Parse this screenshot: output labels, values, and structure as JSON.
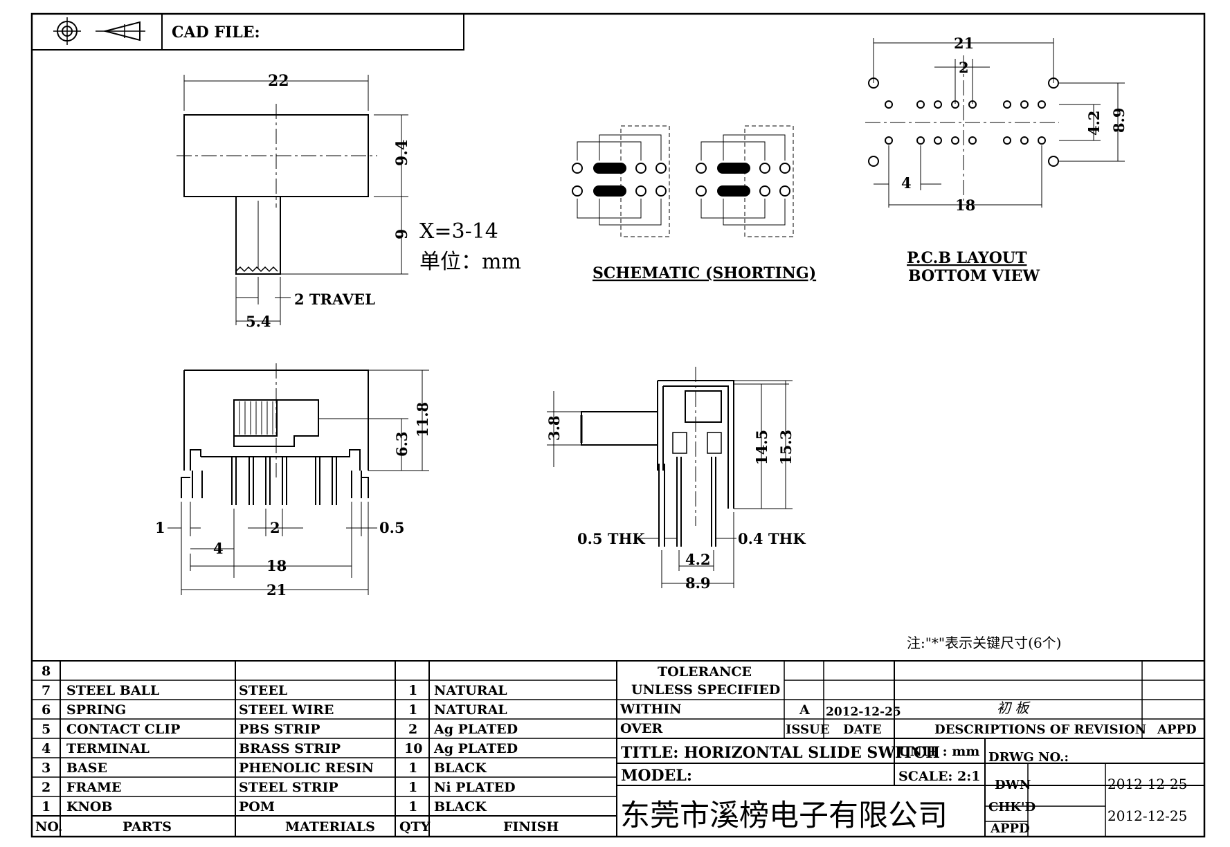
{
  "header": {
    "cad_file_label": "CAD FILE:",
    "projection_icon": "third-angle-projection-icon"
  },
  "dims": {
    "top": {
      "width": "22",
      "height": "9.4",
      "knob": "9",
      "x_note": "X=3-14",
      "unit_note": "单位：mm",
      "travel": "2 TRAVEL",
      "knob_width": "5.4"
    },
    "front": {
      "h1": "11.8",
      "h2": "6.3",
      "d1": "1",
      "d2": "2",
      "d3": "0.5",
      "d4": "4",
      "d5": "18",
      "d6": "21"
    },
    "side": {
      "knob_h": "3.8",
      "h1": "14.5",
      "h2": "15.3",
      "thk1": "0.5 THK",
      "thk2": "0.4 THK",
      "w1": "4.2",
      "w2": "8.9"
    },
    "pcb": {
      "w": "21",
      "pitch": "2",
      "row": "4.2",
      "total": "8.9",
      "edge": "4",
      "span": "18"
    }
  },
  "labels": {
    "schematic": "SCHEMATIC (SHORTING)",
    "pcb_line1": "P.C.B LAYOUT",
    "pcb_line2": "BOTTOM VIEW",
    "note": "注:\"*\"表示关键尺寸(6个)"
  },
  "bom": {
    "rows": [
      {
        "no": "8",
        "part": "",
        "material": "",
        "qty": "",
        "finish": ""
      },
      {
        "no": "7",
        "part": "STEEL BALL",
        "material": "STEEL",
        "qty": "1",
        "finish": "NATURAL"
      },
      {
        "no": "6",
        "part": "SPRING",
        "material": "STEEL WIRE",
        "qty": "1",
        "finish": "NATURAL"
      },
      {
        "no": "5",
        "part": "CONTACT CLIP",
        "material": "PBS STRIP",
        "qty": "2",
        "finish": "Ag PLATED"
      },
      {
        "no": "4",
        "part": "TERMINAL",
        "material": "BRASS STRIP",
        "qty": "10",
        "finish": "Ag PLATED"
      },
      {
        "no": "3",
        "part": "BASE",
        "material": "PHENOLIC RESIN",
        "qty": "1",
        "finish": "BLACK"
      },
      {
        "no": "2",
        "part": "FRAME",
        "material": "STEEL STRIP",
        "qty": "1",
        "finish": "Ni PLATED"
      },
      {
        "no": "1",
        "part": "KNOB",
        "material": "POM",
        "qty": "1",
        "finish": "BLACK"
      }
    ],
    "headers": {
      "no": "NO.",
      "part": "PARTS",
      "material": "MATERIALS",
      "qty": "QTY",
      "finish": "FINISH"
    }
  },
  "title_block": {
    "tolerance_1": "TOLERANCE",
    "tolerance_2": "UNLESS  SPECIFIED",
    "within": "WITHIN",
    "over": "OVER",
    "issue_val": "A",
    "issue_date": "2012-12-25",
    "revision_desc": "初 板",
    "issue_label": "ISSUE",
    "date_label": "DATE",
    "desc_label": "DESCRIPTIONS OF REVISION",
    "appd_label": "APPD",
    "title": "TITLE: HORIZONTAL SLIDE SWITCH",
    "unit": "UNIT : mm",
    "drwg_no": "DRWG NO.:",
    "model": "MODEL:",
    "scale": "SCALE: 2:1",
    "dwn": "DWN",
    "dwn_date": "2012-12-25",
    "chkd": "CHK'D",
    "appd": "APPD",
    "appd_date": "2012-12-25",
    "company": "东莞市溪榜电子有限公司"
  }
}
